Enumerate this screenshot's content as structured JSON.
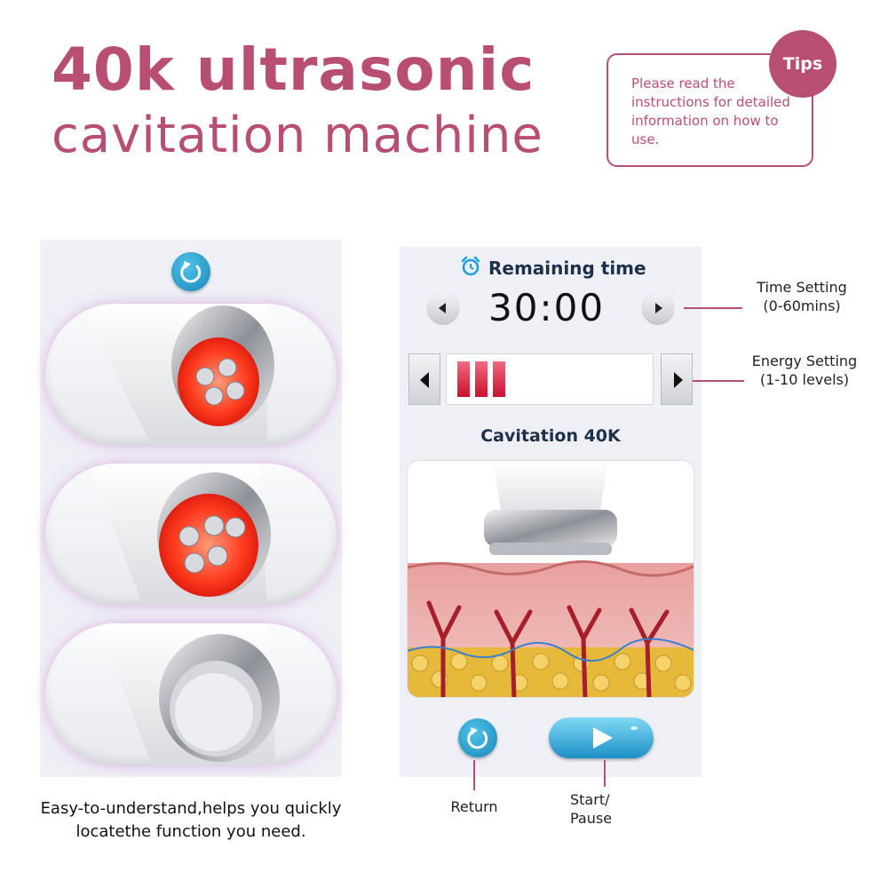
{
  "header": {
    "title_line1": "40k ultrasonic",
    "title_line2": "cavitation machine"
  },
  "tips": {
    "badge": "Tips",
    "text": "Please read the instructions for detailed information on how to use."
  },
  "screen": {
    "remaining_time_label": "Remaining time",
    "time_value": "30:00",
    "energy_level": 3,
    "mode_label": "Cavitation 40K"
  },
  "annotations": {
    "time_setting_line1": "Time Setting",
    "time_setting_line2": "(0-60mins)",
    "energy_setting_line1": "Energy Setting",
    "energy_setting_line2": "(1-10 levels)",
    "return": "Return",
    "start_pause_line1": "Start/",
    "start_pause_line2": "Pause"
  },
  "caption": {
    "line1": "Easy-to-understand,helps you quickly",
    "line2": "locatethe function you need."
  },
  "colors": {
    "accent": "#b84f72",
    "button_blue": "#1a86b8",
    "energy_red": "#c8102e"
  },
  "icons": [
    "reset-icon",
    "alarm-clock-icon",
    "arrow-left-icon",
    "arrow-right-icon",
    "return-icon",
    "play-icon"
  ]
}
